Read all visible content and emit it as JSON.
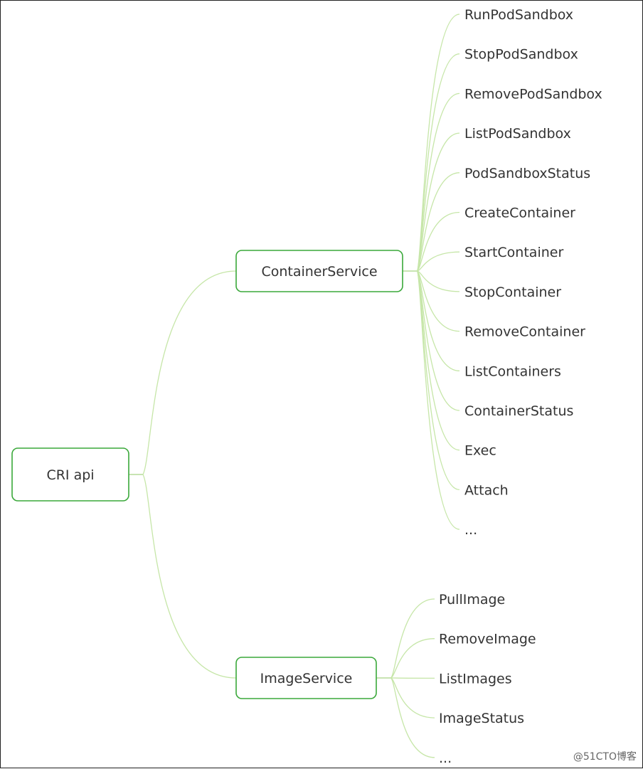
{
  "colors": {
    "node_border": "#3aa83a",
    "branch_light": "#c6e6a8",
    "branch_mid": "#a8d484",
    "text": "#333333"
  },
  "root": {
    "label": "CRI api"
  },
  "services": [
    {
      "label": "ContainerService",
      "children": [
        "RunPodSandbox",
        "StopPodSandbox",
        "RemovePodSandbox",
        "ListPodSandbox",
        "PodSandboxStatus",
        "CreateContainer",
        "StartContainer",
        "StopContainer",
        "RemoveContainer",
        "ListContainers",
        "ContainerStatus",
        "Exec",
        "Attach",
        "..."
      ]
    },
    {
      "label": "ImageService",
      "children": [
        "PullImage",
        "RemoveImage",
        "ListImages",
        "ImageStatus",
        "..."
      ]
    }
  ],
  "watermark": "@51CTO博客"
}
